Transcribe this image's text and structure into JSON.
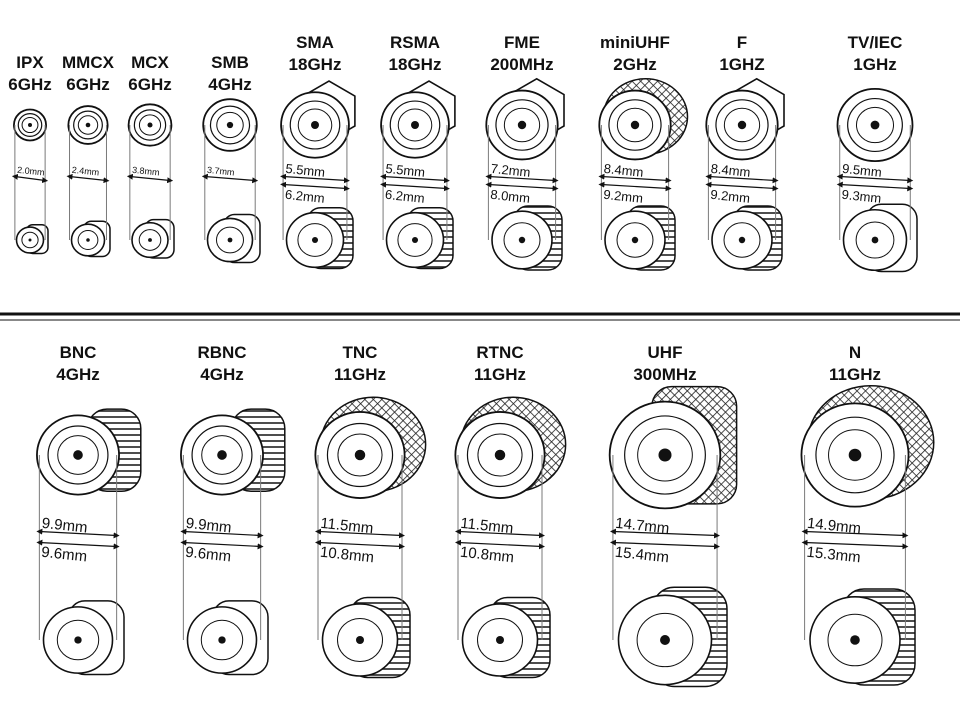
{
  "rows": [
    {
      "connectors": [
        {
          "name": "IPX",
          "freq": "6GHz",
          "dim_a": "2.0mm",
          "dim_b": ""
        },
        {
          "name": "MMCX",
          "freq": "6GHz",
          "dim_a": "2.4mm",
          "dim_b": ""
        },
        {
          "name": "MCX",
          "freq": "6GHz",
          "dim_a": "3.8mm",
          "dim_b": ""
        },
        {
          "name": "SMB",
          "freq": "4GHz",
          "dim_a": "3.7mm",
          "dim_b": ""
        },
        {
          "name": "SMA",
          "freq": "18GHz",
          "dim_a": "5.5mm",
          "dim_b": "6.2mm"
        },
        {
          "name": "RSMA",
          "freq": "18GHz",
          "dim_a": "5.5mm",
          "dim_b": "6.2mm"
        },
        {
          "name": "FME",
          "freq": "200MHz",
          "dim_a": "7.2mm",
          "dim_b": "8.0mm"
        },
        {
          "name": "miniUHF",
          "freq": "2GHz",
          "dim_a": "8.4mm",
          "dim_b": "9.2mm"
        },
        {
          "name": "F",
          "freq": "1GHZ",
          "dim_a": "8.4mm",
          "dim_b": "9.2mm"
        },
        {
          "name": "TV/IEC",
          "freq": "1GHz",
          "dim_a": "9.5mm",
          "dim_b": "9.3mm"
        }
      ]
    },
    {
      "connectors": [
        {
          "name": "BNC",
          "freq": "4GHz",
          "dim_a": "9.9mm",
          "dim_b": "9.6mm"
        },
        {
          "name": "RBNC",
          "freq": "4GHz",
          "dim_a": "9.9mm",
          "dim_b": "9.6mm"
        },
        {
          "name": "TNC",
          "freq": "11GHz",
          "dim_a": "11.5mm",
          "dim_b": "10.8mm"
        },
        {
          "name": "RTNC",
          "freq": "11GHz",
          "dim_a": "11.5mm",
          "dim_b": "10.8mm"
        },
        {
          "name": "UHF",
          "freq": "300MHz",
          "dim_a": "14.7mm",
          "dim_b": "15.4mm"
        },
        {
          "name": "N",
          "freq": "11GHz",
          "dim_a": "14.9mm",
          "dim_b": "15.3mm"
        }
      ]
    }
  ]
}
